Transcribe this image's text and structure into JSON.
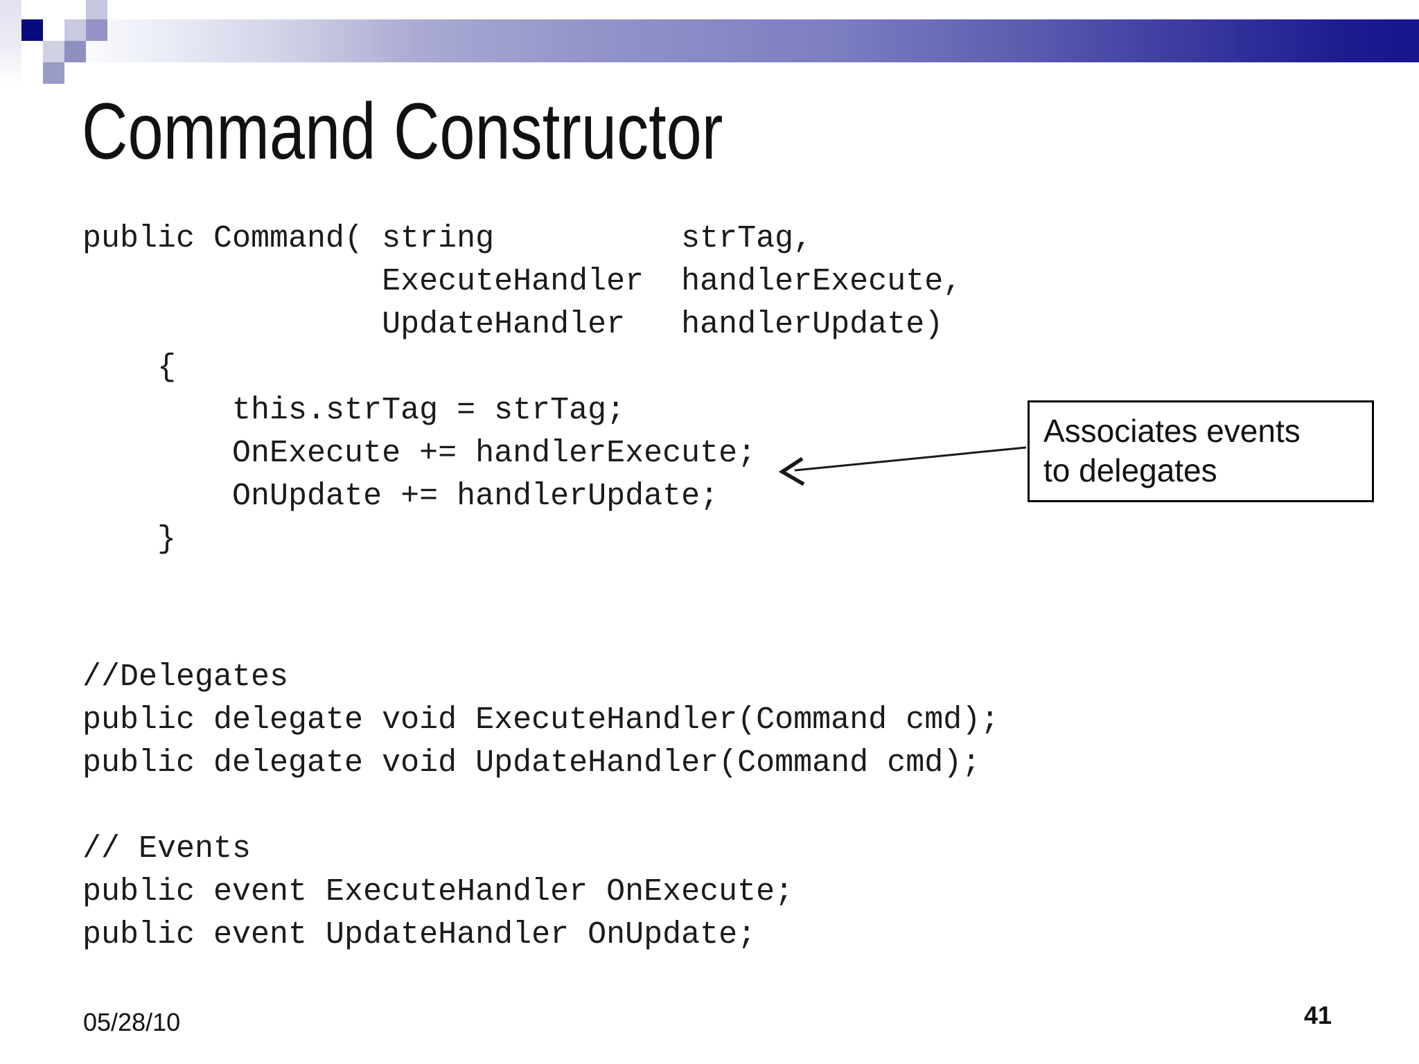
{
  "palette": {
    "accent_navy": "#14148c",
    "decor_navy_square": "#08087f",
    "decor_lavender": "#c9c9e3",
    "decor_purple": "#9393c5",
    "text_color": "#1b1b1b"
  },
  "slide": {
    "title": "Command Constructor",
    "code_constructor": "public Command( string          strTag,\n                ExecuteHandler  handlerExecute,\n                UpdateHandler   handlerUpdate)\n    {\n        this.strTag = strTag;\n        OnExecute += handlerExecute;\n        OnUpdate += handlerUpdate;\n    }",
    "code_declarations": "//Delegates\npublic delegate void ExecuteHandler(Command cmd);\npublic delegate void UpdateHandler(Command cmd);\n\n// Events\npublic event ExecuteHandler OnExecute;\npublic event UpdateHandler OnUpdate;",
    "callout": {
      "text": "Associates events\nto delegates"
    },
    "footer": {
      "date": "05/28/10",
      "page_number": "41"
    }
  }
}
